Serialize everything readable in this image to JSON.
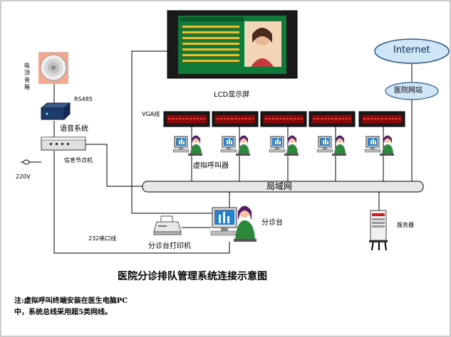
{
  "labels": {
    "internet": "Internet",
    "hospital_network": "医院网站",
    "lcd_screen": "LCD显示屏",
    "vga_line": "VGA线",
    "ceiling_speaker": "吸顶音箱",
    "rs485": "RS485",
    "voice_system": "语音系统",
    "info_node": "信息节点机",
    "voltage_220": "220V",
    "virtual_caller": "虚拟呼叫器",
    "lan": "局域网",
    "serial_line": "232串口线",
    "triage_printer": "分诊台打印机",
    "triage_desk": "分诊台",
    "server": "服务器"
  },
  "title": "医院分诊排队管理系统连接示意图",
  "note": {
    "line1": "注:虚拟呼叫终端安装在医生电脑PC",
    "line2": "中，系统总线采用超5类网线。"
  },
  "colors": {
    "lan_bar": "#e8e8e8",
    "led_panel": "#1a1a1a",
    "led_glow": "#d02020",
    "cloud_fill": "#cfe6f7",
    "cloud_stroke": "#2b5a8a",
    "screen_green": "#0f7a3a",
    "person_shirt": "#2a8a3a",
    "person_hair": "#5a1a6a",
    "line": "#000000"
  }
}
